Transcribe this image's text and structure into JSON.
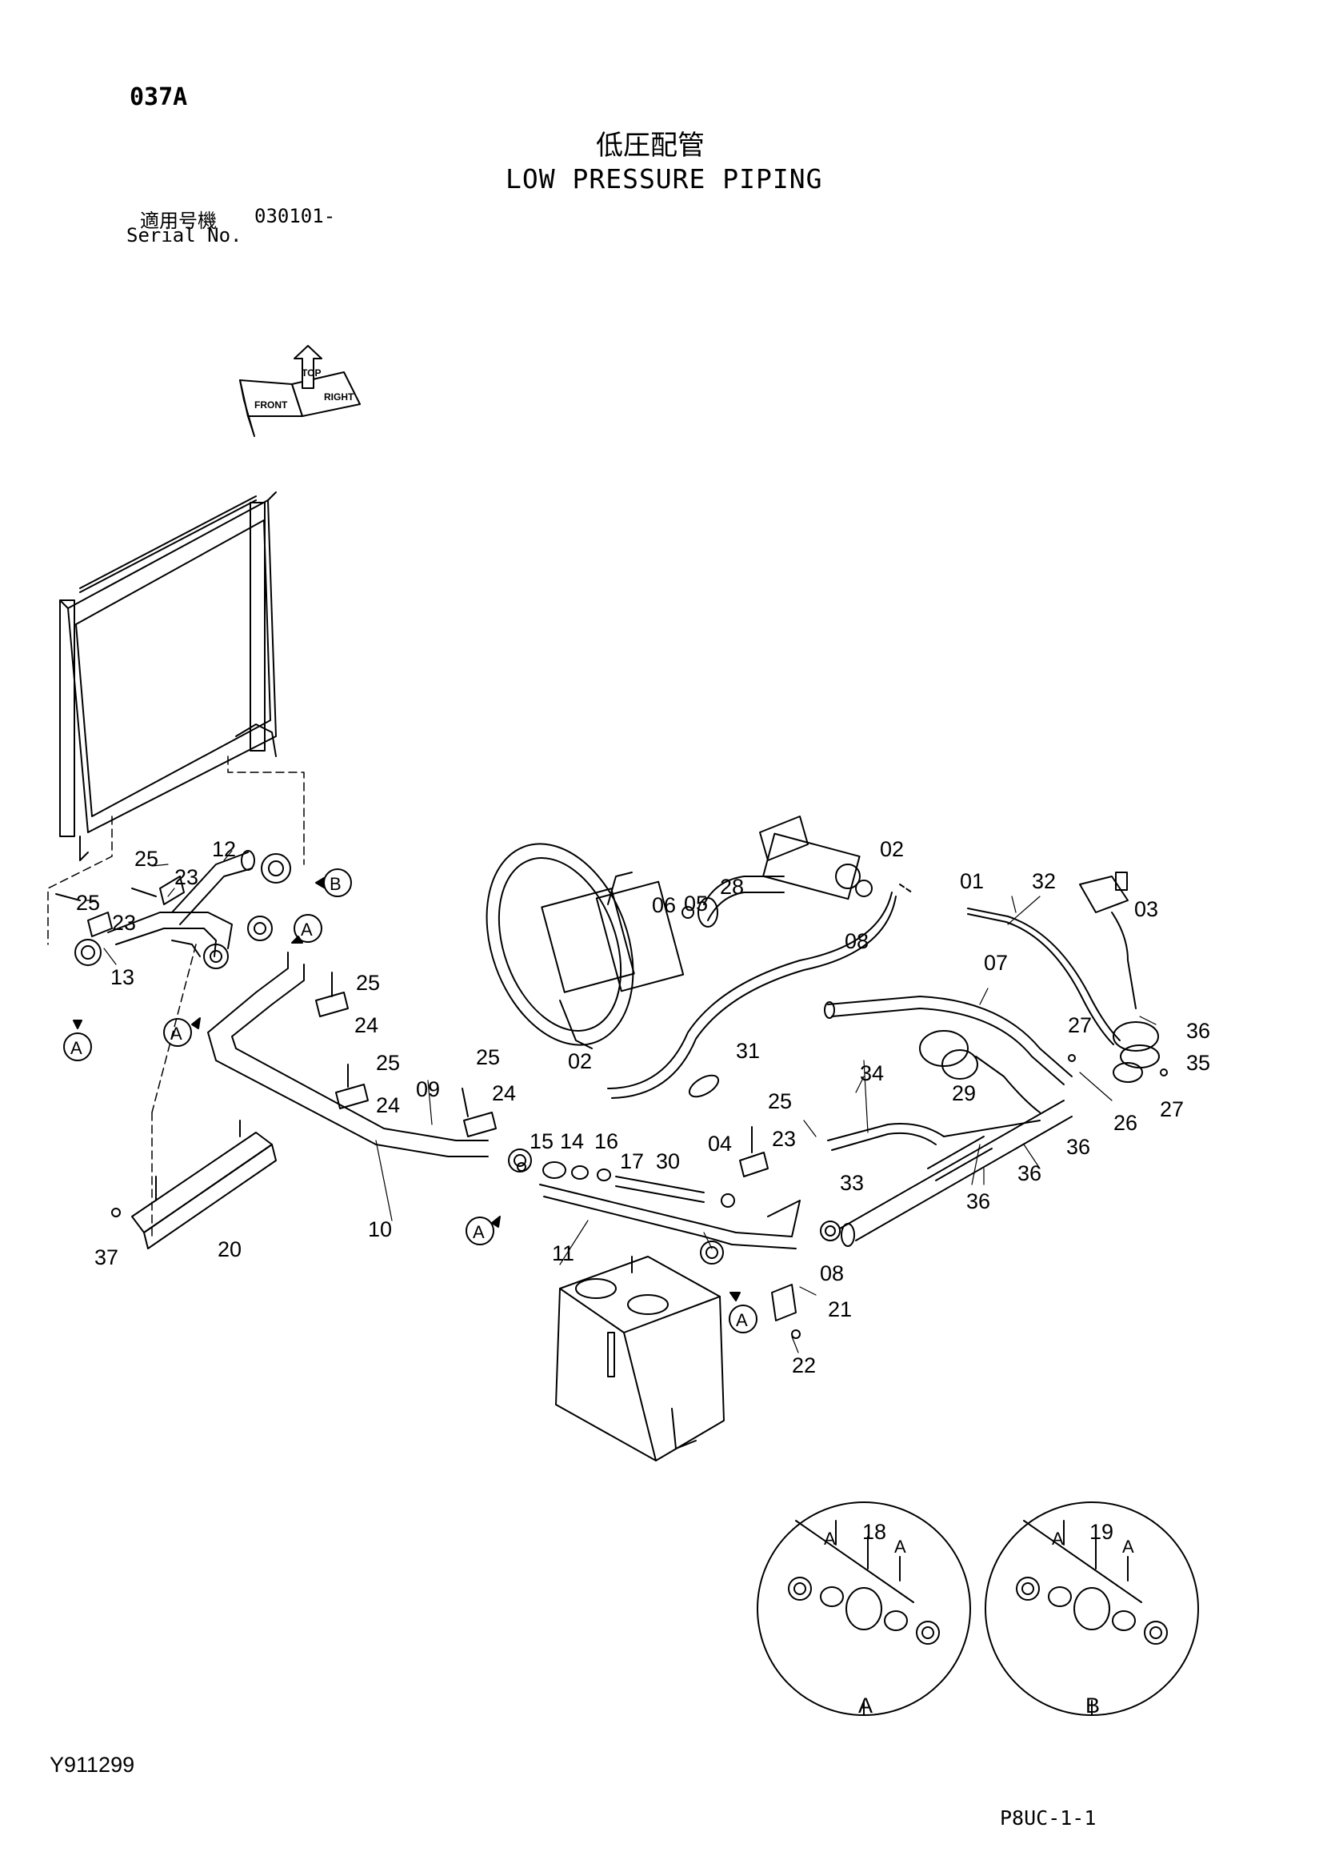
{
  "header": {
    "page_code": "037A",
    "title_jp": "低圧配管",
    "title_en": "LOW PRESSURE PIPING",
    "serial_label_jp": "適用号機",
    "serial_value": "030101-",
    "serial_label_en": "Serial No."
  },
  "orientation": {
    "top": "TOP",
    "front": "FRONT",
    "right": "RIGHT"
  },
  "callouts": {
    "p01": "01",
    "p02a": "02",
    "p02b": "02",
    "p03": "03",
    "p04": "04",
    "p05": "05",
    "p06": "06",
    "p07": "07",
    "p08a": "08",
    "p08b": "08",
    "p09": "09",
    "p10": "10",
    "p11": "11",
    "p12": "12",
    "p13": "13",
    "p14": "14",
    "p15": "15",
    "p16": "16",
    "p17": "17",
    "p18": "18",
    "p19": "19",
    "p20": "20",
    "p21": "21",
    "p22": "22",
    "p23a": "23",
    "p23b": "23",
    "p23c": "23",
    "p24a": "24",
    "p24b": "24",
    "p24c": "24",
    "p25a": "25",
    "p25b": "25",
    "p25c": "25",
    "p25d": "25",
    "p25e": "25",
    "p25f": "25",
    "p26": "26",
    "p27a": "27",
    "p27b": "27",
    "p28": "28",
    "p29": "29",
    "p30": "30",
    "p31": "31",
    "p32": "32",
    "p33": "33",
    "p34": "34",
    "p35": "35",
    "p36a": "36",
    "p36b": "36",
    "p36c": "36",
    "p36d": "36",
    "p37": "37"
  },
  "references": {
    "a": "A",
    "b": "B"
  },
  "detail_views": {
    "detail_a_label": "A",
    "detail_b_label": "B",
    "detail_a_item": "18",
    "detail_b_item": "19"
  },
  "footer": {
    "drawing_id": "Y911299",
    "sheet_ref": "P8UC-1-1"
  }
}
